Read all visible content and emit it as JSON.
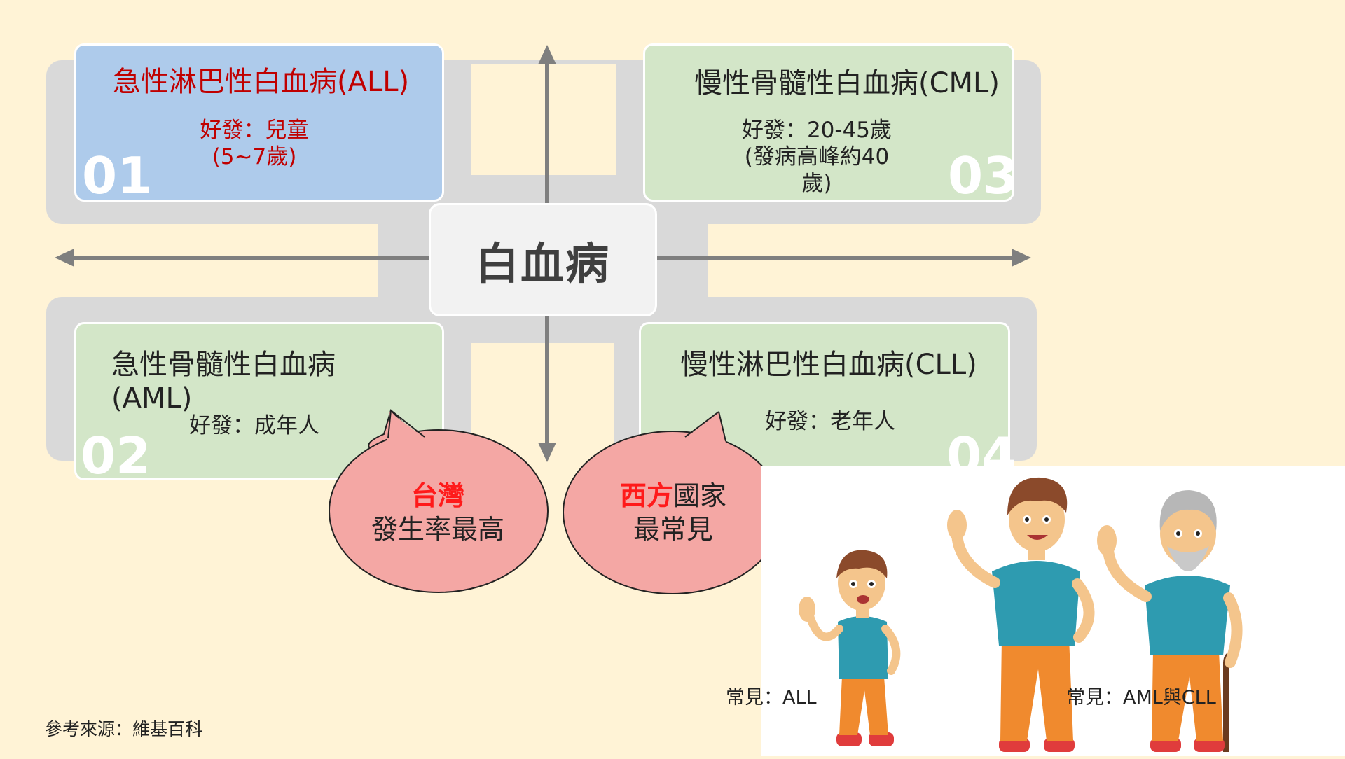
{
  "center_label": "白血病",
  "quadrants": [
    {
      "title": "急性淋巴性白血病(ALL)",
      "sub_line1": "好發：兒童",
      "sub_line2": "(5~7歲)",
      "number": "01",
      "text_color": "#c00000",
      "fill": "#aecbeb"
    },
    {
      "title_line1": "急性骨髓性白血病",
      "title_line2": "(AML)",
      "sub_line1": "好發：成年人",
      "number": "02",
      "text_color": "#222222",
      "fill": "#d3e6c8"
    },
    {
      "title": "慢性骨髓性白血病(CML)",
      "sub_line1": "好發：20-45歲",
      "sub_line2": "(發病高峰約40",
      "sub_line3": "歲)",
      "number": "03",
      "text_color": "#222222",
      "fill": "#d3e6c8"
    },
    {
      "title": "慢性淋巴性白血病(CLL)",
      "sub_line1": "好發：老年人",
      "number": "04",
      "text_color": "#222222",
      "fill": "#d3e6c8"
    }
  ],
  "bubbles": [
    {
      "highlight": "台灣",
      "rest": "",
      "line2": "發生率最高"
    },
    {
      "highlight": "西方",
      "rest": "國家",
      "line2": "最常見"
    }
  ],
  "captions": {
    "child": "常見：ALL",
    "adult_elder": "常見：AML與CLL"
  },
  "source": "參考來源：維基百科",
  "colors": {
    "background": "#fff3d6",
    "band": "#d9d9d9",
    "arrow": "#7f7f7f",
    "bubble": "#f4a7a4",
    "accent_red": "#ff1a1a"
  }
}
